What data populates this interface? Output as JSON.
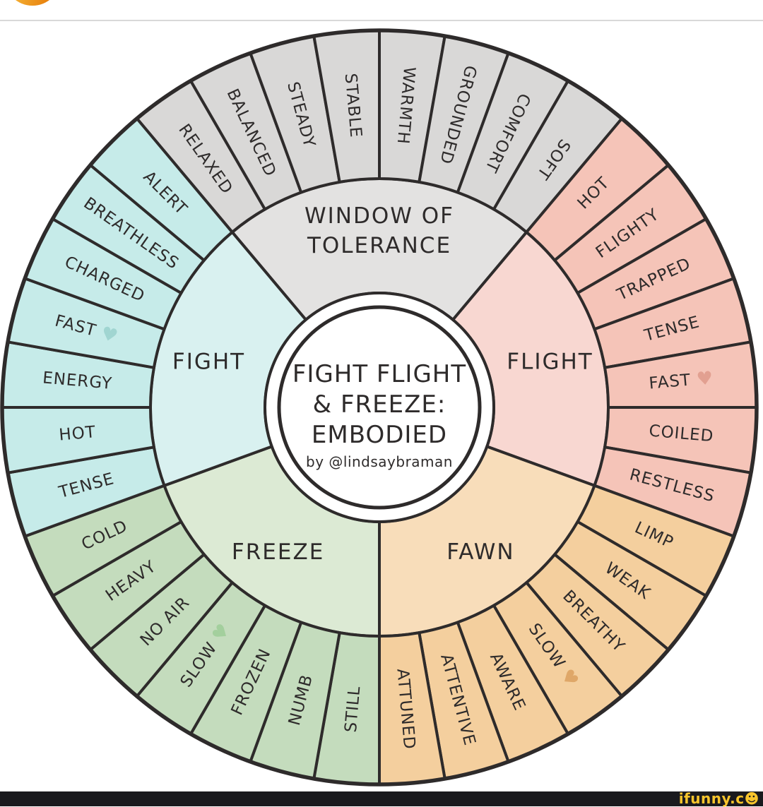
{
  "page": {
    "background_color": "#ffffff",
    "divider_color": "#d9d9d9",
    "logo_colors": [
      "#f6b93b",
      "#e8820e"
    ]
  },
  "center": {
    "line1": "FIGHT FLIGHT",
    "line2": "& FREEZE:",
    "line3": "EMBODIED",
    "credit": "by @lindsaybraman"
  },
  "wheel": {
    "outline_color": "#2e2b2b",
    "heart_glyph": "♥",
    "sectors": [
      {
        "id": "window",
        "label": "WINDOW OF TOLERANCE",
        "label_lines": [
          "WINDOW OF",
          "TOLERANCE"
        ],
        "mid_color": "#e3e2e1",
        "outer_color": "#d9d8d7",
        "heart_color": "#bdbcbb",
        "segments": [
          {
            "label": "RELAXED"
          },
          {
            "label": "BALANCED"
          },
          {
            "label": "STEADY"
          },
          {
            "label": "STABLE"
          },
          {
            "label": "WARMTH"
          },
          {
            "label": "GROUNDED"
          },
          {
            "label": "COMFORT"
          },
          {
            "label": "SOFT"
          }
        ]
      },
      {
        "id": "flight",
        "label": "FLIGHT",
        "label_lines": [
          "FLIGHT"
        ],
        "mid_color": "#f8d7d1",
        "outer_color": "#f5c4b8",
        "heart_color": "#e2a091",
        "segments": [
          {
            "label": "HOT"
          },
          {
            "label": "FLIGHTY"
          },
          {
            "label": "TRAPPED"
          },
          {
            "label": "TENSE"
          },
          {
            "label": "FAST",
            "heart": true
          },
          {
            "label": "COILED"
          },
          {
            "label": "RESTLESS"
          }
        ]
      },
      {
        "id": "fawn",
        "label": "FAWN",
        "label_lines": [
          "FAWN"
        ],
        "mid_color": "#f8ddba",
        "outer_color": "#f4cf9e",
        "heart_color": "#dfa768",
        "segments": [
          {
            "label": "LIMP"
          },
          {
            "label": "WEAK"
          },
          {
            "label": "BREATHY"
          },
          {
            "label": "SLOW",
            "heart": true
          },
          {
            "label": "AWARE"
          },
          {
            "label": "ATTENTIVE"
          },
          {
            "label": "ATTUNED"
          }
        ]
      },
      {
        "id": "freeze",
        "label": "FREEZE",
        "label_lines": [
          "FREEZE"
        ],
        "mid_color": "#dcead4",
        "outer_color": "#c4dcbd",
        "heart_color": "#a3cf9d",
        "segments": [
          {
            "label": "STILL"
          },
          {
            "label": "NUMB"
          },
          {
            "label": "FROZEN"
          },
          {
            "label": "SLOW",
            "heart": true
          },
          {
            "label": "NO AIR"
          },
          {
            "label": "HEAVY"
          },
          {
            "label": "COLD"
          }
        ]
      },
      {
        "id": "fight",
        "label": "FIGHT",
        "label_lines": [
          "FIGHT"
        ],
        "mid_color": "#d9f1f0",
        "outer_color": "#c6ebe9",
        "heart_color": "#a0d5d1",
        "segments": [
          {
            "label": "TENSE"
          },
          {
            "label": "HOT"
          },
          {
            "label": "ENERGY"
          },
          {
            "label": "FAST",
            "heart": true
          },
          {
            "label": "CHARGED"
          },
          {
            "label": "BREATHLESS"
          },
          {
            "label": "ALERT"
          }
        ]
      }
    ]
  },
  "watermark": {
    "text": "ifunny.c",
    "smiley": "☻",
    "bar_color": "#1a1a1e",
    "brand_color": "#f8c52c"
  }
}
